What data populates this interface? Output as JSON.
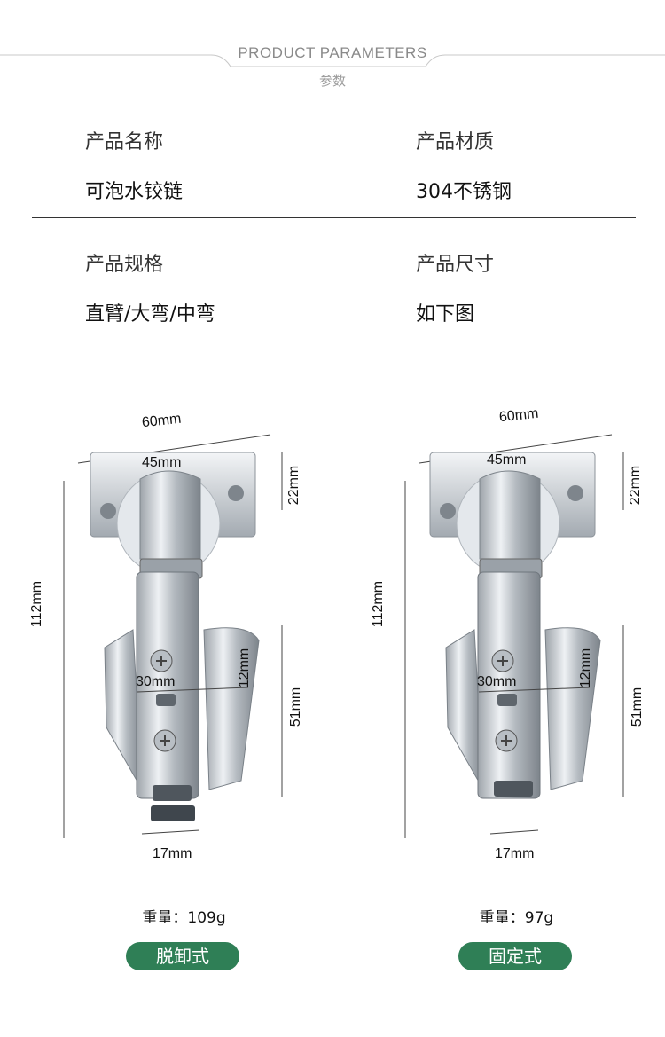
{
  "header": {
    "title": "PRODUCT PARAMETERS",
    "subtitle": "参数"
  },
  "params": [
    {
      "label": "产品名称",
      "value": "可泡水铰链"
    },
    {
      "label": "产品材质",
      "value": "304不锈钢"
    },
    {
      "label": "产品规格",
      "value": "直臂/大弯/中弯"
    },
    {
      "label": "产品尺寸",
      "value": "如下图"
    }
  ],
  "hinges": [
    {
      "dims": {
        "top_width": "60mm",
        "plate_width": "45mm",
        "plate_height": "22mm",
        "total_height": "112mm",
        "cup_width": "30mm",
        "cup_height": "12mm",
        "lower_height": "51mm",
        "bottom_width": "17mm"
      },
      "weight": "重量：109g",
      "type": "脱卸式"
    },
    {
      "dims": {
        "top_width": "60mm",
        "plate_width": "45mm",
        "plate_height": "22mm",
        "total_height": "112mm",
        "cup_width": "30mm",
        "cup_height": "12mm",
        "lower_height": "51mm",
        "bottom_width": "17mm"
      },
      "weight": "重量：97g",
      "type": "固定式"
    }
  ],
  "colors": {
    "badge": "#2f7f56",
    "divider": "#333333"
  }
}
